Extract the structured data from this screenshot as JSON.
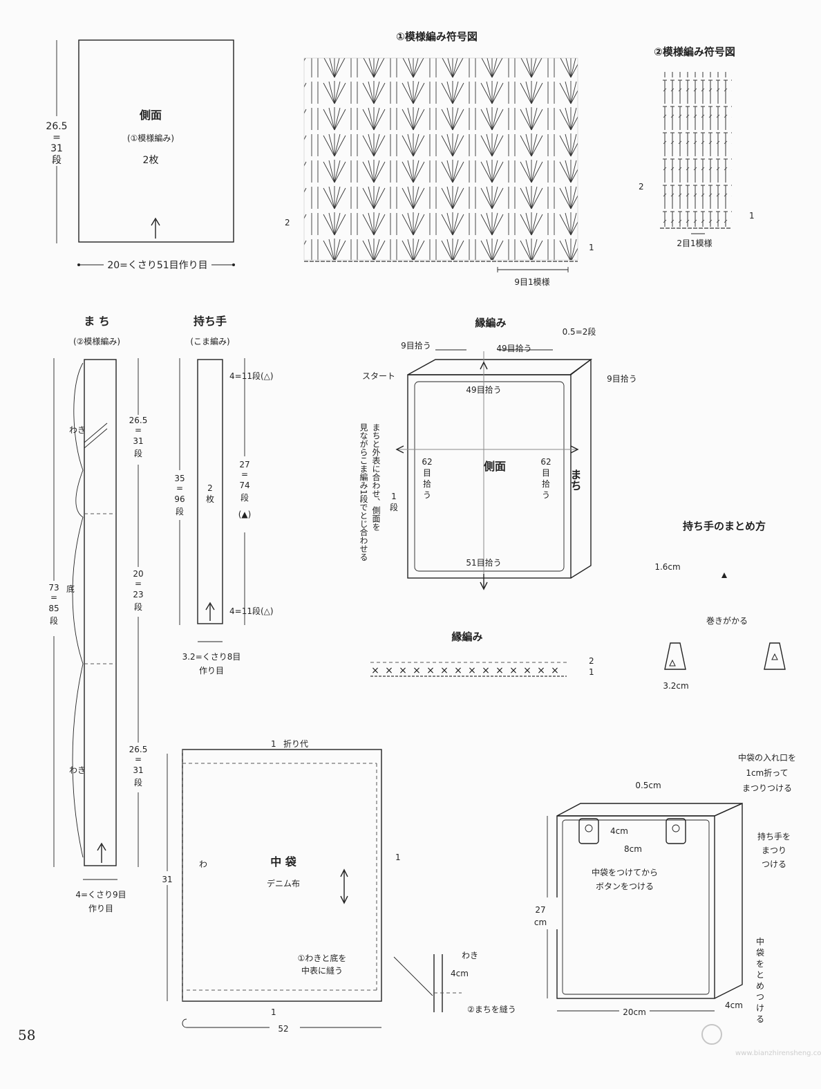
{
  "page_number": "58",
  "side_panel": {
    "title": "側面",
    "stitch": "(①模様編み)",
    "count": "2枚",
    "height_label": [
      "26.5",
      "=",
      "31",
      "段"
    ],
    "width_label": "20=くさり51目作り目"
  },
  "pattern1": {
    "title": "①模様編み符号図",
    "repeat": "9目1模様",
    "row1": "1",
    "row2": "2"
  },
  "pattern2": {
    "title": "②模様編み符号図",
    "repeat": "2目1模様",
    "row1": "1",
    "row2": "2"
  },
  "gusset": {
    "title": "ま ち",
    "stitch": "(②模様編み)",
    "waki_top": "わき",
    "bottom": "底",
    "waki_bottom": "わき",
    "seg1": [
      "26.5",
      "=",
      "31",
      "段"
    ],
    "seg2": [
      "20",
      "=",
      "23",
      "段"
    ],
    "seg3": [
      "26.5",
      "=",
      "31",
      "段"
    ],
    "total": [
      "73",
      "=",
      "85",
      "段"
    ],
    "width_label": "4=くさり9目",
    "width_label2": "作り目"
  },
  "handle": {
    "title": "持ち手",
    "stitch": "(こま編み)",
    "count": [
      "2",
      "枚"
    ],
    "total": [
      "35",
      "=",
      "96",
      "段"
    ],
    "top": "4=11段(△)",
    "mid": [
      "27",
      "=",
      "74",
      "段",
      "(▲)"
    ],
    "bottom": "4=11段(△)",
    "width_label": "3.2=くさり8目",
    "width_label2": "作り目"
  },
  "assembly": {
    "edge_title": "縁編み",
    "pick9_left": "9目拾う",
    "pick49_top": "49目拾う",
    "rows": "0.5=2段",
    "start": "スタート",
    "pick49_inner": "49目拾う",
    "pick9_right": "9目拾う",
    "side": "側面",
    "gusset": "まち",
    "pick62_left": [
      "62",
      "目",
      "拾",
      "う"
    ],
    "pick62_right": [
      "62",
      "目",
      "拾",
      "う"
    ],
    "row1": [
      "1",
      "段"
    ],
    "pick51": "51目拾う",
    "note_cols": [
      "まちと外表に合わせ、側面を",
      "見ながらこま編み1段でとじ合わせる"
    ]
  },
  "edging": {
    "title": "縁編み",
    "row1": "1",
    "row2": "2",
    "symbol": "×"
  },
  "handle_finish": {
    "title": "持ち手のまとめ方",
    "w1": "1.6cm",
    "wrap": "巻きがかる",
    "w2": "3.2cm"
  },
  "lining": {
    "fold": "折り代",
    "fold_num": "1",
    "title": "中 袋",
    "fabric": "デニム布",
    "wa": "わ",
    "right_num": "1",
    "height": "31",
    "sew_note": [
      "①わきと底を",
      "中表に縫う"
    ],
    "bottom_num": "1",
    "width": "52",
    "corner_waki": "わき",
    "corner_cm": "4cm",
    "corner_note": "②まちを縫う"
  },
  "bag": {
    "inner_note": [
      "中袋の入れ口を",
      "1cm折って",
      "まつりつける"
    ],
    "dim_05": "0.5cm",
    "dim_4": "4cm",
    "dim_8": "8cm",
    "handle_note": [
      "持ち手を",
      "まつり",
      "つける"
    ],
    "button_note": [
      "中袋をつけてから",
      "ボタンをつける"
    ],
    "height": [
      "27",
      "cm"
    ],
    "lining_note": [
      "中",
      "袋",
      "を",
      "と",
      "め",
      "つ",
      "け",
      "る"
    ],
    "bottom_width": "20cm",
    "bottom_gusset": "4cm"
  },
  "watermark": {
    "site": "www.bianzhirensheng.com"
  }
}
